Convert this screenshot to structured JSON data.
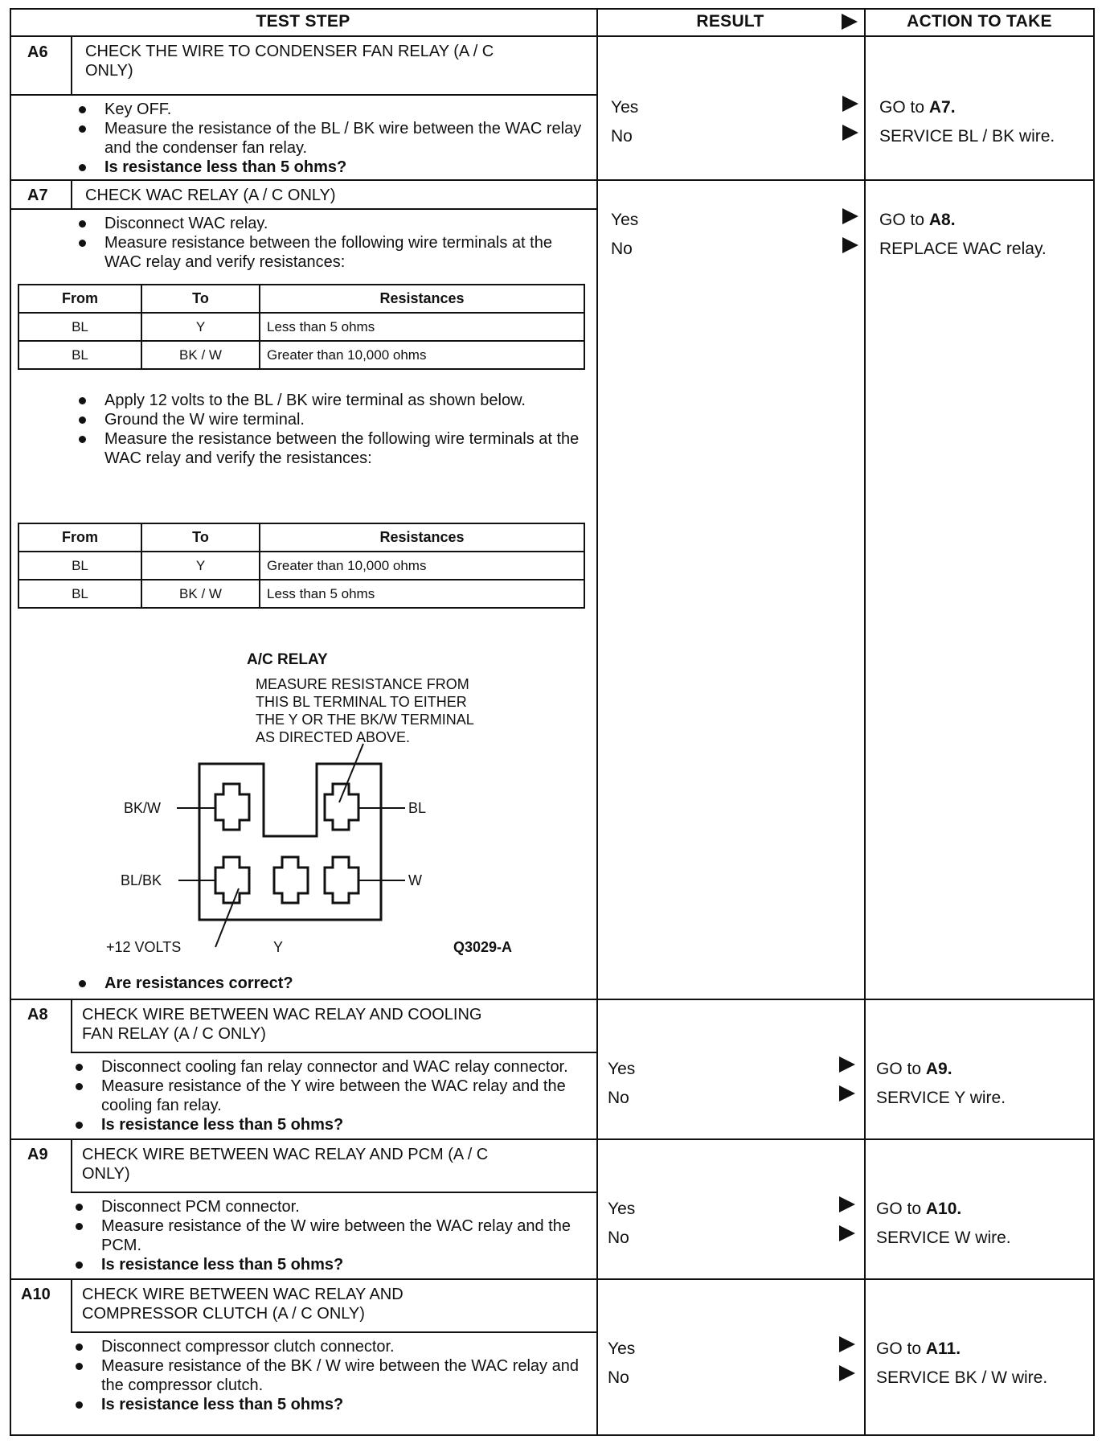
{
  "header": {
    "test_step": "TEST STEP",
    "result": "RESULT",
    "action": "ACTION TO TAKE"
  },
  "steps": [
    {
      "id": "A6",
      "title": "CHECK THE WIRE TO CONDENSER FAN RELAY (A / C ONLY)",
      "title_lines": [
        "CHECK THE WIRE TO CONDENSER FAN RELAY (A / C",
        "ONLY)"
      ],
      "bullets": [
        "Key OFF.",
        "Measure the resistance of the BL / BK wire between the WAC relay and the condenser fan relay.",
        "Is resistance less than 5 ohms?"
      ],
      "results": [
        "Yes",
        "No"
      ],
      "actions": [
        {
          "verb": "GO to ",
          "target": "A7."
        },
        {
          "verb": "SERVICE BL / BK wire.",
          "target": ""
        }
      ]
    },
    {
      "id": "A7",
      "title": "CHECK WAC RELAY (A / C ONLY)",
      "bullets_1": [
        "Disconnect WAC relay.",
        "Measure resistance between the following wire terminals at the WAC relay and verify resistances:"
      ],
      "table_1": {
        "columns": [
          "From",
          "To",
          "Resistances"
        ],
        "rows": [
          [
            "BL",
            "Y",
            "Less than 5 ohms"
          ],
          [
            "BL",
            "BK / W",
            "Greater than 10,000 ohms"
          ]
        ]
      },
      "bullets_2": [
        "Apply 12 volts to the BL / BK wire terminal as shown below.",
        "Ground the W wire terminal.",
        "Measure the resistance between the following wire terminals at the WAC relay and verify the resistances:"
      ],
      "table_2": {
        "columns": [
          "From",
          "To",
          "Resistances"
        ],
        "rows": [
          [
            "BL",
            "Y",
            "Greater than 10,000 ohms"
          ],
          [
            "BL",
            "BK / W",
            "Less than 5 ohms"
          ]
        ]
      },
      "diagram": {
        "title": "A/C RELAY",
        "note_lines": [
          "MEASURE RESISTANCE FROM",
          "THIS BL TERMINAL TO EITHER",
          "THE Y OR THE BK/W TERMINAL",
          "AS DIRECTED ABOVE."
        ],
        "labels": {
          "bkw": "BK/W",
          "bl": "BL",
          "blbk": "BL/BK",
          "w": "W",
          "plus12": "+12 VOLTS",
          "y": "Y",
          "code": "Q3029-A"
        }
      },
      "question": "Are resistances correct?",
      "results": [
        "Yes",
        "No"
      ],
      "actions": [
        {
          "verb": "GO to ",
          "target": "A8."
        },
        {
          "verb": "REPLACE WAC relay.",
          "target": ""
        }
      ]
    },
    {
      "id": "A8",
      "title_lines": [
        "CHECK WIRE BETWEEN WAC RELAY AND COOLING",
        "FAN RELAY (A / C ONLY)"
      ],
      "bullets": [
        "Disconnect cooling fan relay connector and WAC relay connector.",
        "Measure resistance of the Y wire between the WAC relay and the cooling fan relay.",
        "Is resistance less than 5 ohms?"
      ],
      "results": [
        "Yes",
        "No"
      ],
      "actions": [
        {
          "verb": "GO to ",
          "target": "A9."
        },
        {
          "verb": "SERVICE Y wire.",
          "target": ""
        }
      ]
    },
    {
      "id": "A9",
      "title_lines": [
        "CHECK WIRE BETWEEN WAC RELAY AND PCM (A / C",
        "ONLY)"
      ],
      "bullets": [
        "Disconnect PCM connector.",
        "Measure resistance of the W wire between the WAC relay and the PCM.",
        "Is resistance less than 5 ohms?"
      ],
      "results": [
        "Yes",
        "No"
      ],
      "actions": [
        {
          "verb": "GO to ",
          "target": "A10."
        },
        {
          "verb": "SERVICE W wire.",
          "target": ""
        }
      ]
    },
    {
      "id": "A10",
      "title_lines": [
        "CHECK WIRE BETWEEN WAC RELAY AND",
        "COMPRESSOR CLUTCH (A / C ONLY)"
      ],
      "bullets": [
        "Disconnect compressor clutch connector.",
        "Measure resistance of the BK / W wire between the WAC relay and the compressor clutch.",
        "Is resistance less than 5 ohms?"
      ],
      "results": [
        "Yes",
        "No"
      ],
      "actions": [
        {
          "verb": "GO to ",
          "target": "A11."
        },
        {
          "verb": "SERVICE BK / W wire.",
          "target": ""
        }
      ]
    }
  ]
}
